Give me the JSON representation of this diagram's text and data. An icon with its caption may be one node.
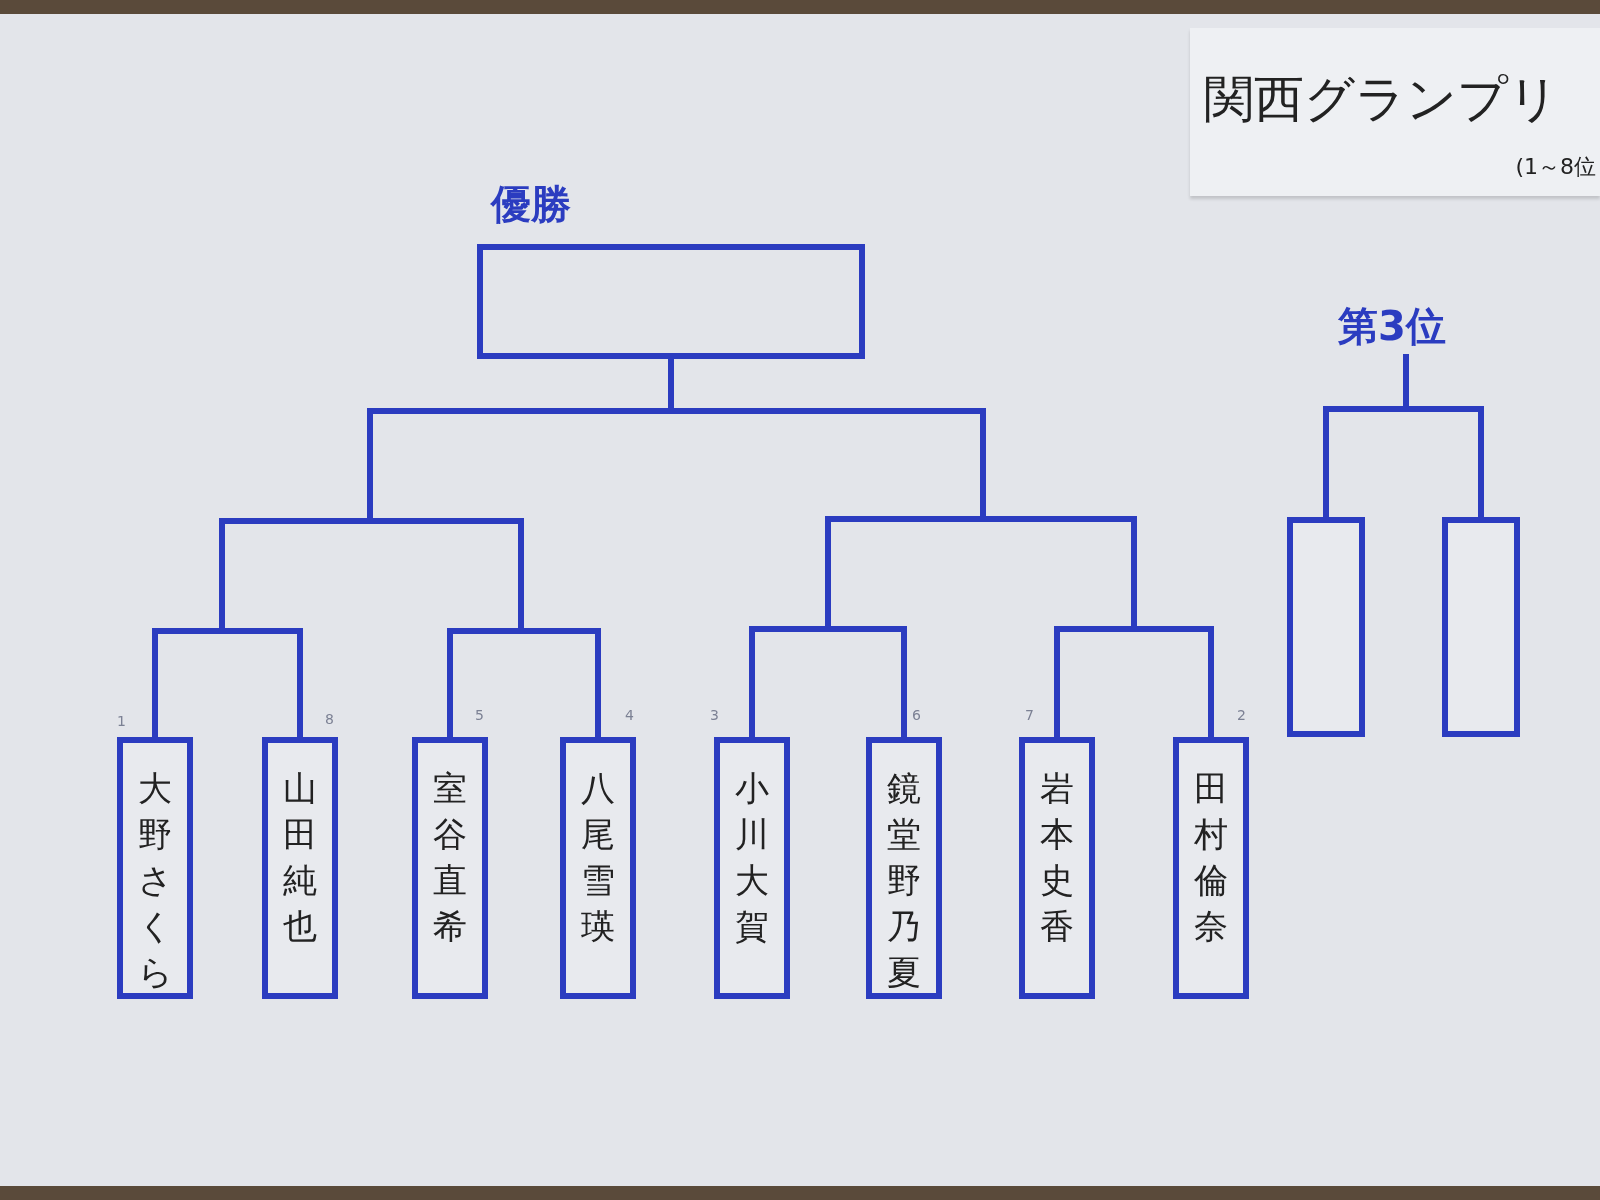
{
  "diagram": {
    "title": "関西グランプリ",
    "nodes": [
      {
        "text": [
          "優勝"
        ]
      },
      {
        "text": [
          "第3位"
        ]
      },
      {
        "text": [
          "大野さくら"
        ]
      },
      {
        "text": [
          "山田純也"
        ]
      },
      {
        "text": [
          "室谷直希"
        ]
      },
      {
        "text": [
          "八尾雪瑛"
        ]
      },
      {
        "text": [
          "小川大賀"
        ]
      },
      {
        "text": [
          "鏡堂野乃夏"
        ]
      },
      {
        "text": [
          "岩本史香"
        ]
      },
      {
        "text": [
          "田村倫奈"
        ]
      },
      {
        "text": [],
        "shape": "box"
      },
      {
        "text": [],
        "shape": "box"
      }
    ],
    "edges": [
      {
        "from": 2,
        "to": 0,
        "arrow": "none"
      },
      {
        "from": 3,
        "to": 0,
        "arrow": "none"
      },
      {
        "from": 4,
        "to": 0,
        "arrow": "none"
      },
      {
        "from": 5,
        "to": 0,
        "arrow": "none"
      },
      {
        "from": 6,
        "to": 0,
        "arrow": "none"
      },
      {
        "from": 7,
        "to": 0,
        "arrow": "none"
      },
      {
        "from": 8,
        "to": 0,
        "arrow": "none"
      },
      {
        "from": 9,
        "to": 0,
        "arrow": "none"
      },
      {
        "from": 10,
        "to": 1,
        "arrow": "none"
      },
      {
        "from": 11,
        "to": 1,
        "arrow": "none"
      }
    ],
    "labels": [
      "(1～8位",
      "1",
      "8",
      "5",
      "4",
      "3",
      "6",
      "7",
      "2"
    ]
  }
}
